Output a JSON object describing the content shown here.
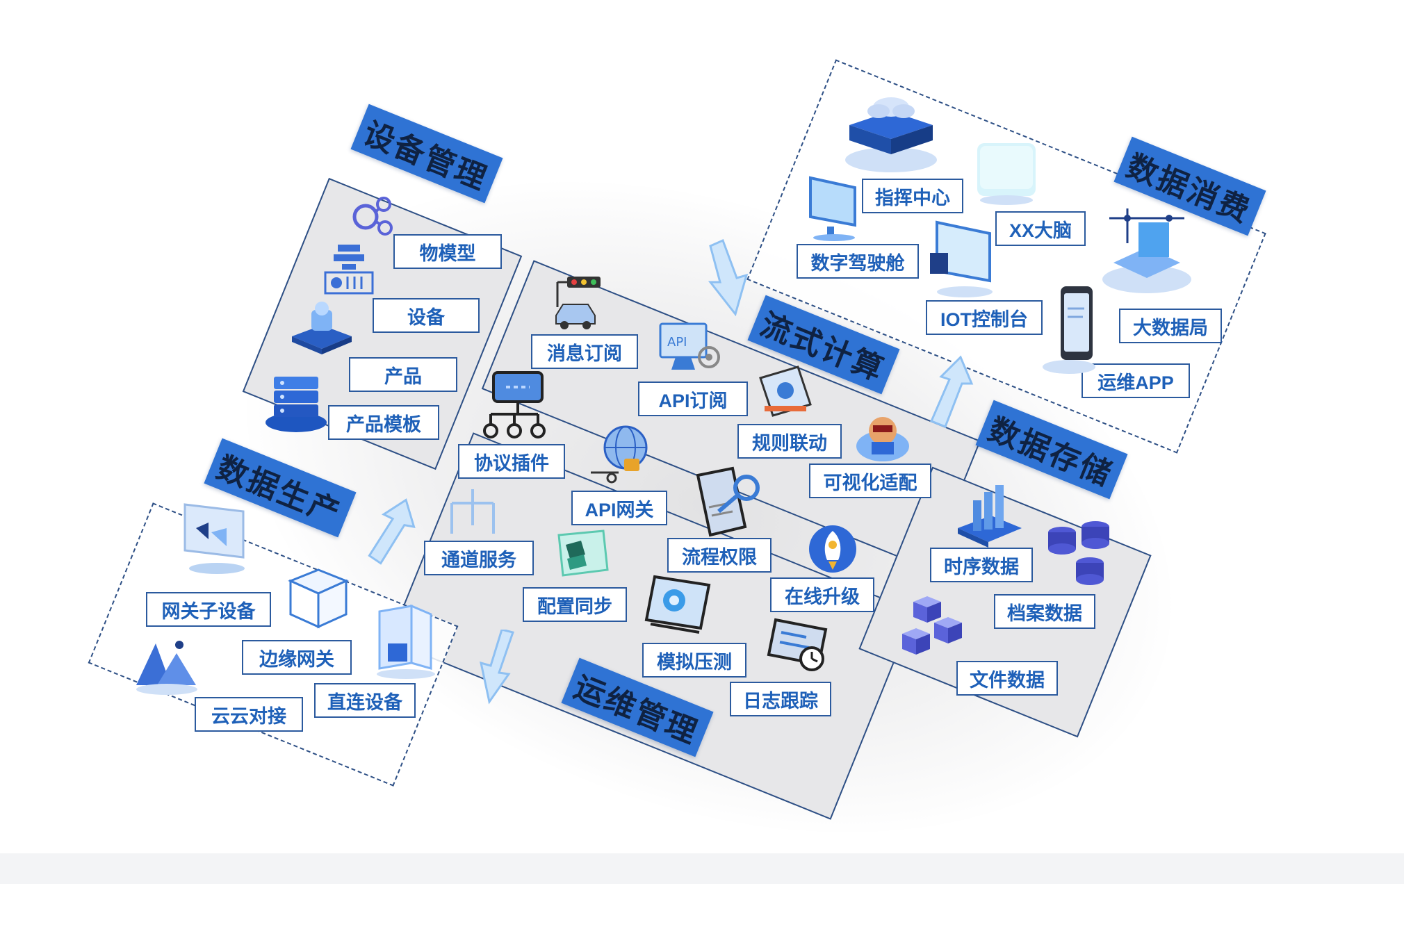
{
  "sections": {
    "device_mgmt": {
      "title": "设备管理",
      "items": [
        "物模型",
        "设备",
        "产品",
        "产品模板"
      ]
    },
    "stream": {
      "title": "流式计算",
      "items": [
        "消息订阅",
        "API订阅",
        "规则联动",
        "可视化适配"
      ]
    },
    "ops": {
      "title": "运维管理",
      "items": [
        "协议插件",
        "API网关",
        "流程权限",
        "通道服务",
        "配置同步",
        "在线升级",
        "模拟压测",
        "日志跟踪"
      ]
    },
    "production": {
      "title": "数据生产",
      "items": [
        "网关子设备",
        "边缘网关",
        "云云对接",
        "直连设备"
      ]
    },
    "consumption": {
      "title": "数据消费",
      "items": [
        "指挥中心",
        "XX大脑",
        "数字驾驶舱",
        "IOT控制台",
        "大数据局",
        "运维APP"
      ]
    },
    "storage": {
      "title": "数据存储",
      "items": [
        "时序数据",
        "档案数据",
        "文件数据"
      ]
    }
  },
  "colors": {
    "banner": "#2f73d4",
    "banner_text": "#0f2242",
    "label_text": "#1e60b8",
    "label_border": "#2b5a9e",
    "panel_fill": "#e7e7e9",
    "panel_border": "#2d4f85"
  },
  "icons": [
    "node-graph-icon",
    "device-rack-icon",
    "product-box-icon",
    "server-stack-icon",
    "traffic-car-icon",
    "api-monitor-icon",
    "rule-board-icon",
    "robot-visual-icon",
    "protocol-tree-icon",
    "globe-lock-icon",
    "key-permission-icon",
    "channel-fork-icon",
    "config-sync-icon",
    "rocket-upgrade-icon",
    "stress-monitor-icon",
    "log-clock-icon",
    "gateway-monitor-icon",
    "edge-gateway-cube-icon",
    "cloud-mountain-icon",
    "direct-device-building-icon",
    "command-center-puzzle-icon",
    "brain-cube-icon",
    "cockpit-monitor-icon",
    "iot-console-icon",
    "bigdata-grid-icon",
    "ops-phone-icon",
    "timeseries-bars-icon",
    "archive-db-icon",
    "file-cubes-icon",
    "flow-arrow-icon"
  ]
}
